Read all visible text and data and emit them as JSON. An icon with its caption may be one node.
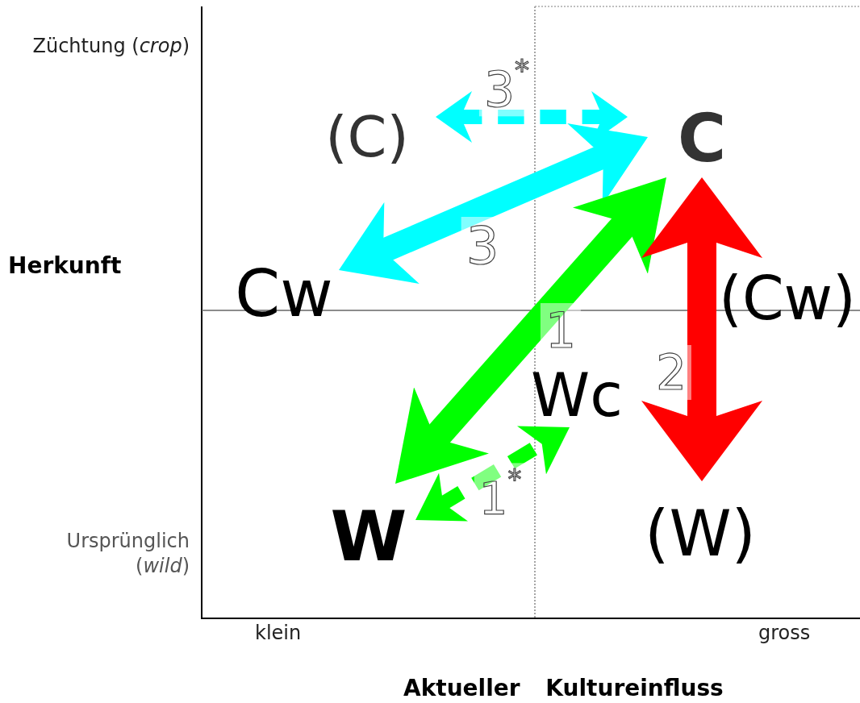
{
  "diagram": {
    "nodes": [
      {
        "text": [
          "(C)"
        ]
      },
      {
        "text": [
          "C"
        ]
      },
      {
        "text": [
          "Cw"
        ]
      },
      {
        "text": [
          "(Cw)"
        ]
      },
      {
        "text": [
          "Wc"
        ]
      },
      {
        "text": [
          "W"
        ]
      },
      {
        "text": [
          "(W)"
        ]
      }
    ],
    "edges": [
      {
        "from": 1,
        "to": 2,
        "arrow": "both",
        "label": "3",
        "color": "#00ffff"
      },
      {
        "from": 0,
        "to": 1,
        "arrow": "both",
        "label": "3$^{*}$",
        "style": "dashed",
        "color": "#00ffff"
      },
      {
        "from": 1,
        "to": 5,
        "arrow": "both",
        "label": "1",
        "color": "#00ff00"
      },
      {
        "from": 5,
        "to": 4,
        "arrow": "both",
        "label": "1$^{*}$",
        "style": "dashed",
        "color": "#00ff00"
      },
      {
        "from": 1,
        "to": 6,
        "arrow": "both",
        "label": "2",
        "color": "#ff0000"
      }
    ],
    "labels": [
      "Züchtung (*crop*)",
      "Herkunft",
      "Ursprünglich (*wild*)",
      "klein",
      "gross",
      "Aktueller Kultureinfluss"
    ]
  }
}
